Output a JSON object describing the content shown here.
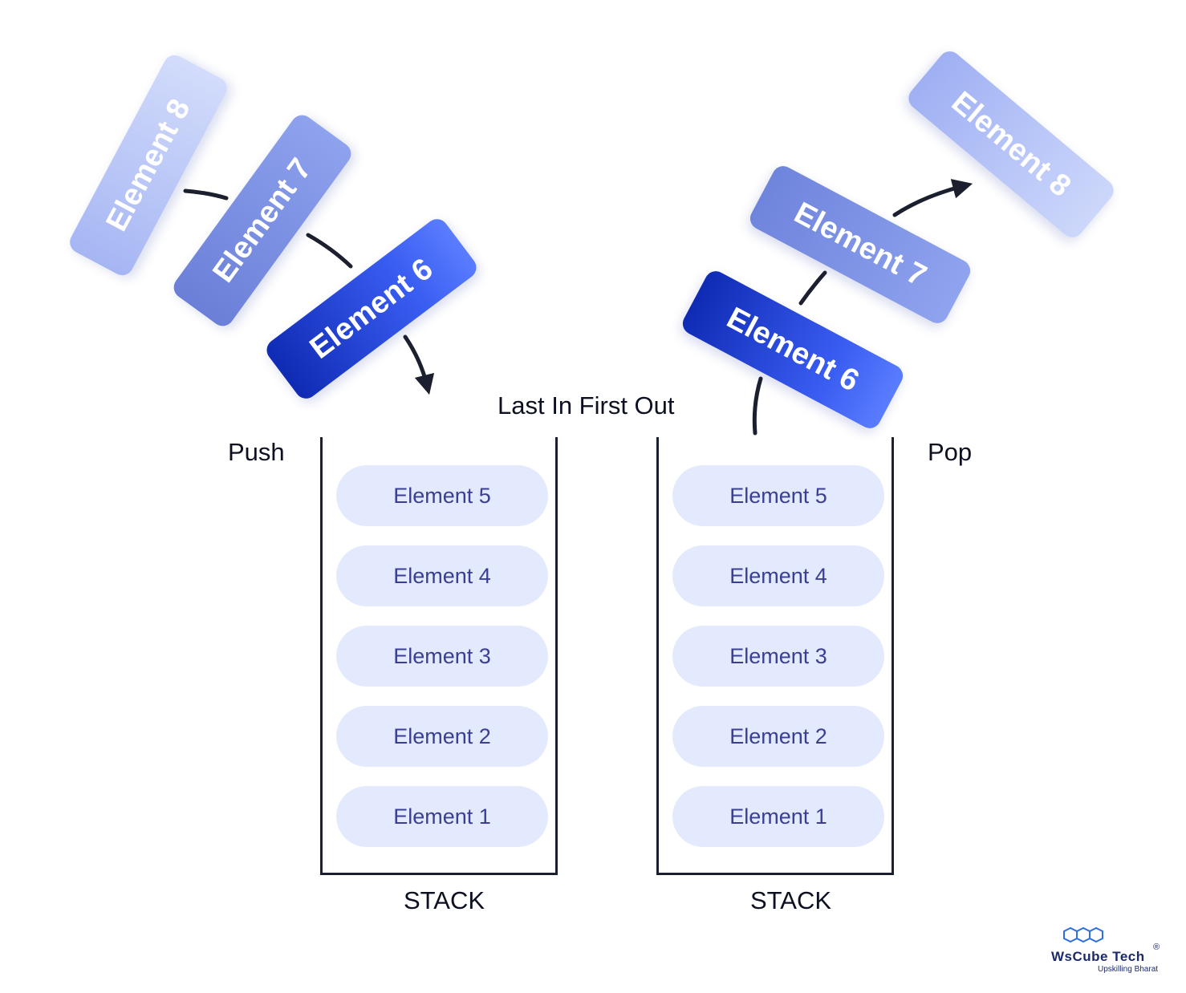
{
  "title": "Last In First Out",
  "push": {
    "label": "Push",
    "caption": "STACK",
    "slots": [
      "Element 5",
      "Element 4",
      "Element 3",
      "Element 2",
      "Element 1"
    ],
    "incoming": [
      "Element 8",
      "Element 7",
      "Element 6"
    ]
  },
  "pop": {
    "label": "Pop",
    "caption": "STACK",
    "slots": [
      "Element 5",
      "Element 4",
      "Element 3",
      "Element 2",
      "Element 1"
    ],
    "outgoing": [
      "Element 6",
      "Element 7",
      "Element 8"
    ]
  },
  "logo": {
    "name": "WsCube Tech",
    "tagline": "Upskilling Bharat",
    "reg_mark": "®"
  },
  "colors": {
    "slot_fill": "#e4eafd",
    "slot_text": "#3a3f95",
    "arrow": "#1b1f2e",
    "tile_dark": "#1a36c8",
    "tile_mid": "#7f93e6",
    "tile_light": "#bccaf8"
  }
}
